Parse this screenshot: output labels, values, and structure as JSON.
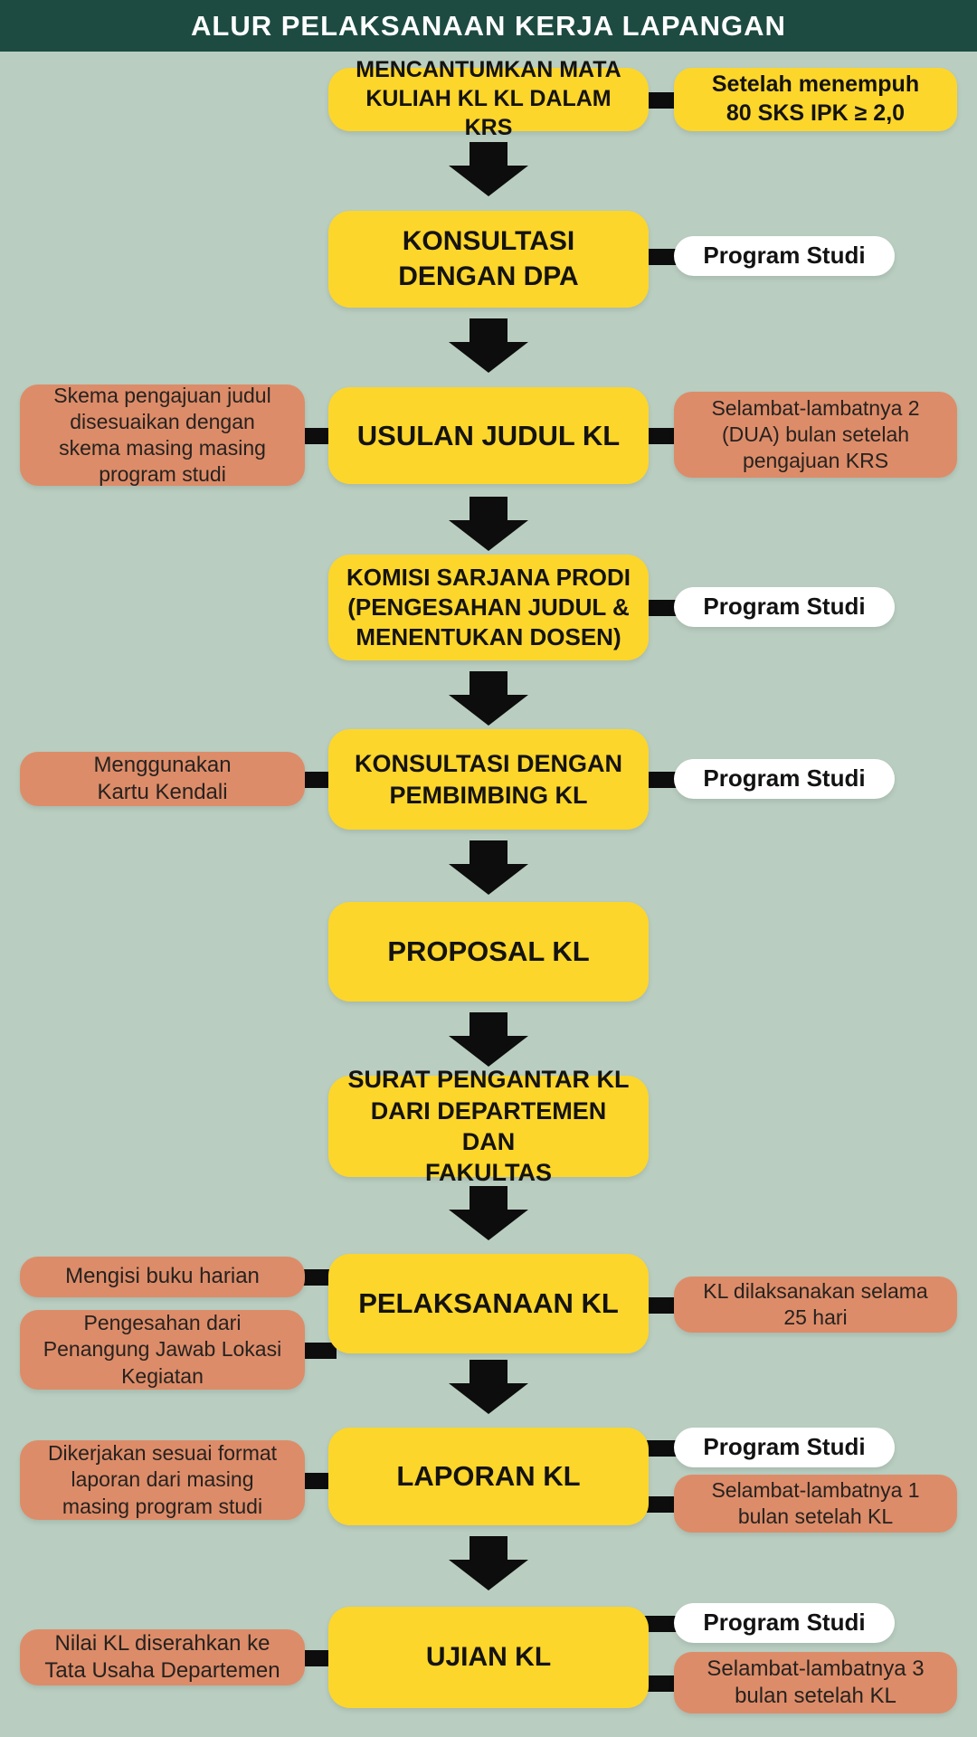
{
  "header": {
    "title": "ALUR PELAKSANAAN KERJA LAPANGAN"
  },
  "colors": {
    "header_bg": "#1d4b42",
    "page_bg": "#b9cec1",
    "step_yellow": "#fdd62b",
    "note_salmon": "#dd8c69",
    "note_white": "#ffffff",
    "connector_black": "#0d0d0d"
  },
  "rows": [
    {
      "main": "MENCANTUMKAN MATA\nKULIAH KL KL DALAM KRS",
      "right1": "Setelah menempuh\n80 SKS IPK ≥ 2,0"
    },
    {
      "main": "KONSULTASI\nDENGAN DPA",
      "right1": "Program Studi"
    },
    {
      "main": "USULAN JUDUL KL",
      "left1": "Skema pengajuan judul\ndisesuaikan dengan\nskema masing masing\nprogram studi",
      "right1": "Selambat-lambatnya 2\n(DUA) bulan setelah\npengajuan KRS"
    },
    {
      "main": "KOMISI SARJANA PRODI\n(PENGESAHAN JUDUL &\nMENENTUKAN DOSEN)",
      "right1": "Program Studi"
    },
    {
      "main": "KONSULTASI DENGAN\nPEMBIMBING KL",
      "left1": "Menggunakan\nKartu Kendali",
      "right1": "Program Studi"
    },
    {
      "main": "PROPOSAL KL"
    },
    {
      "main": "SURAT PENGANTAR KL\nDARI DEPARTEMEN DAN\nFAKULTAS"
    },
    {
      "main": "PELAKSANAAN KL",
      "left1": "Mengisi buku harian",
      "left2": "Pengesahan dari\nPenangung Jawab Lokasi\nKegiatan",
      "right1": "KL dilaksanakan selama\n25 hari"
    },
    {
      "main": "LAPORAN KL",
      "left1": "Dikerjakan sesuai format\nlaporan dari masing\nmasing program studi",
      "right1": "Program Studi",
      "right2": "Selambat-lambatnya 1\nbulan setelah KL"
    },
    {
      "main": "UJIAN KL",
      "left1": "Nilai KL diserahkan ke\nTata Usaha Departemen",
      "right1": "Program Studi",
      "right2": "Selambat-lambatnya 3\nbulan setelah KL"
    }
  ]
}
